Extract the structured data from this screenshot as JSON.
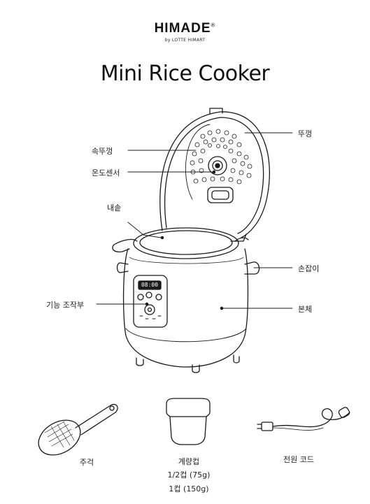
{
  "brand": {
    "name": "HIMADE",
    "mark": "®",
    "sub": "by LOTTE HIMART"
  },
  "title": "Mini Rice Cooker",
  "display": "08:00",
  "parts": {
    "lid": "뚜껑",
    "inner_lid": "속뚜껑",
    "temp_sensor": "온도센서",
    "inner_pot": "내솥",
    "handle": "손잡이",
    "control_panel": "기능 조작부",
    "body": "본체"
  },
  "accessories": {
    "paddle": "주걱",
    "cup": "계량컵",
    "cup_half": "1/2컵 (75g)",
    "cup_full": "1컵 (150g)",
    "cord": "전원 코드"
  }
}
